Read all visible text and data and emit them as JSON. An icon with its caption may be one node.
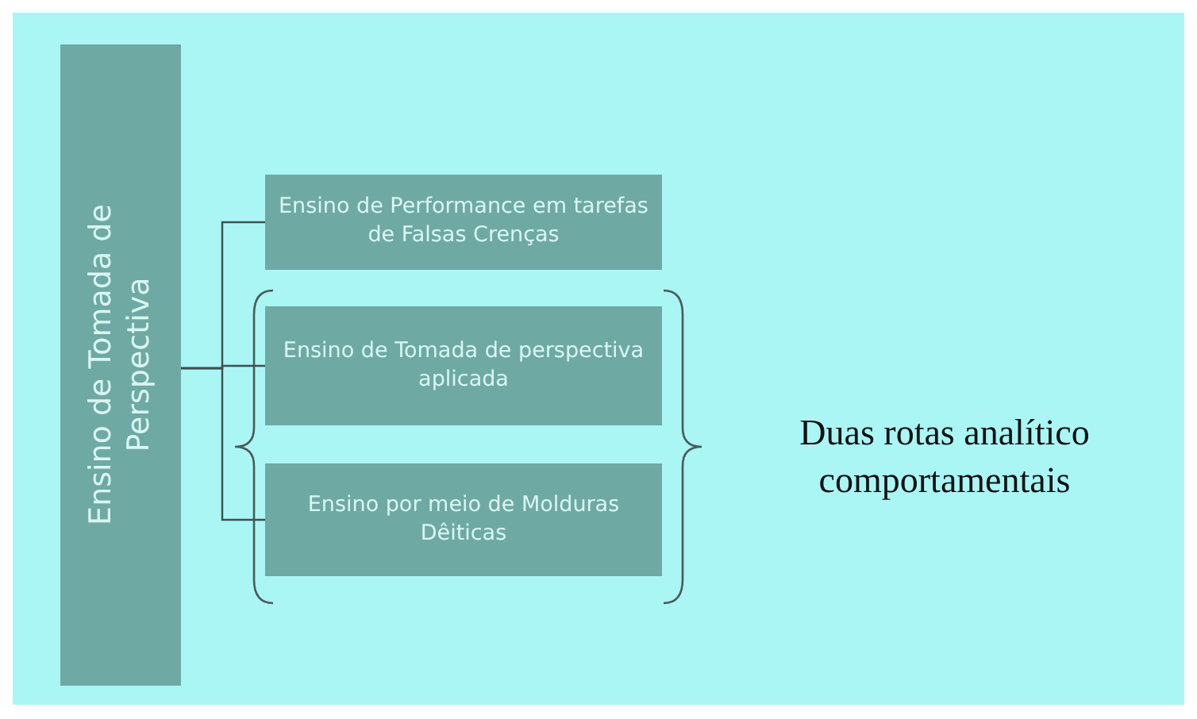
{
  "diagram": {
    "nodes": [
      {
        "text": [
          "Ensino de Tomada de Perspectiva"
        ]
      },
      {
        "text": [
          "Ensino de Performance em tarefas de Falsas Crenças"
        ]
      },
      {
        "text": [
          "Ensino de Tomada de perspectiva aplicada"
        ]
      },
      {
        "text": [
          "Ensino por meio de Molduras Dêiticas"
        ]
      }
    ],
    "edges": [
      {
        "from": 0,
        "to": 1,
        "arrow": "none"
      },
      {
        "from": 0,
        "to": 2,
        "arrow": "none"
      },
      {
        "from": 0,
        "to": 3,
        "arrow": "none"
      }
    ],
    "labels": [
      "Duas rotas analítico comportamentais"
    ]
  }
}
